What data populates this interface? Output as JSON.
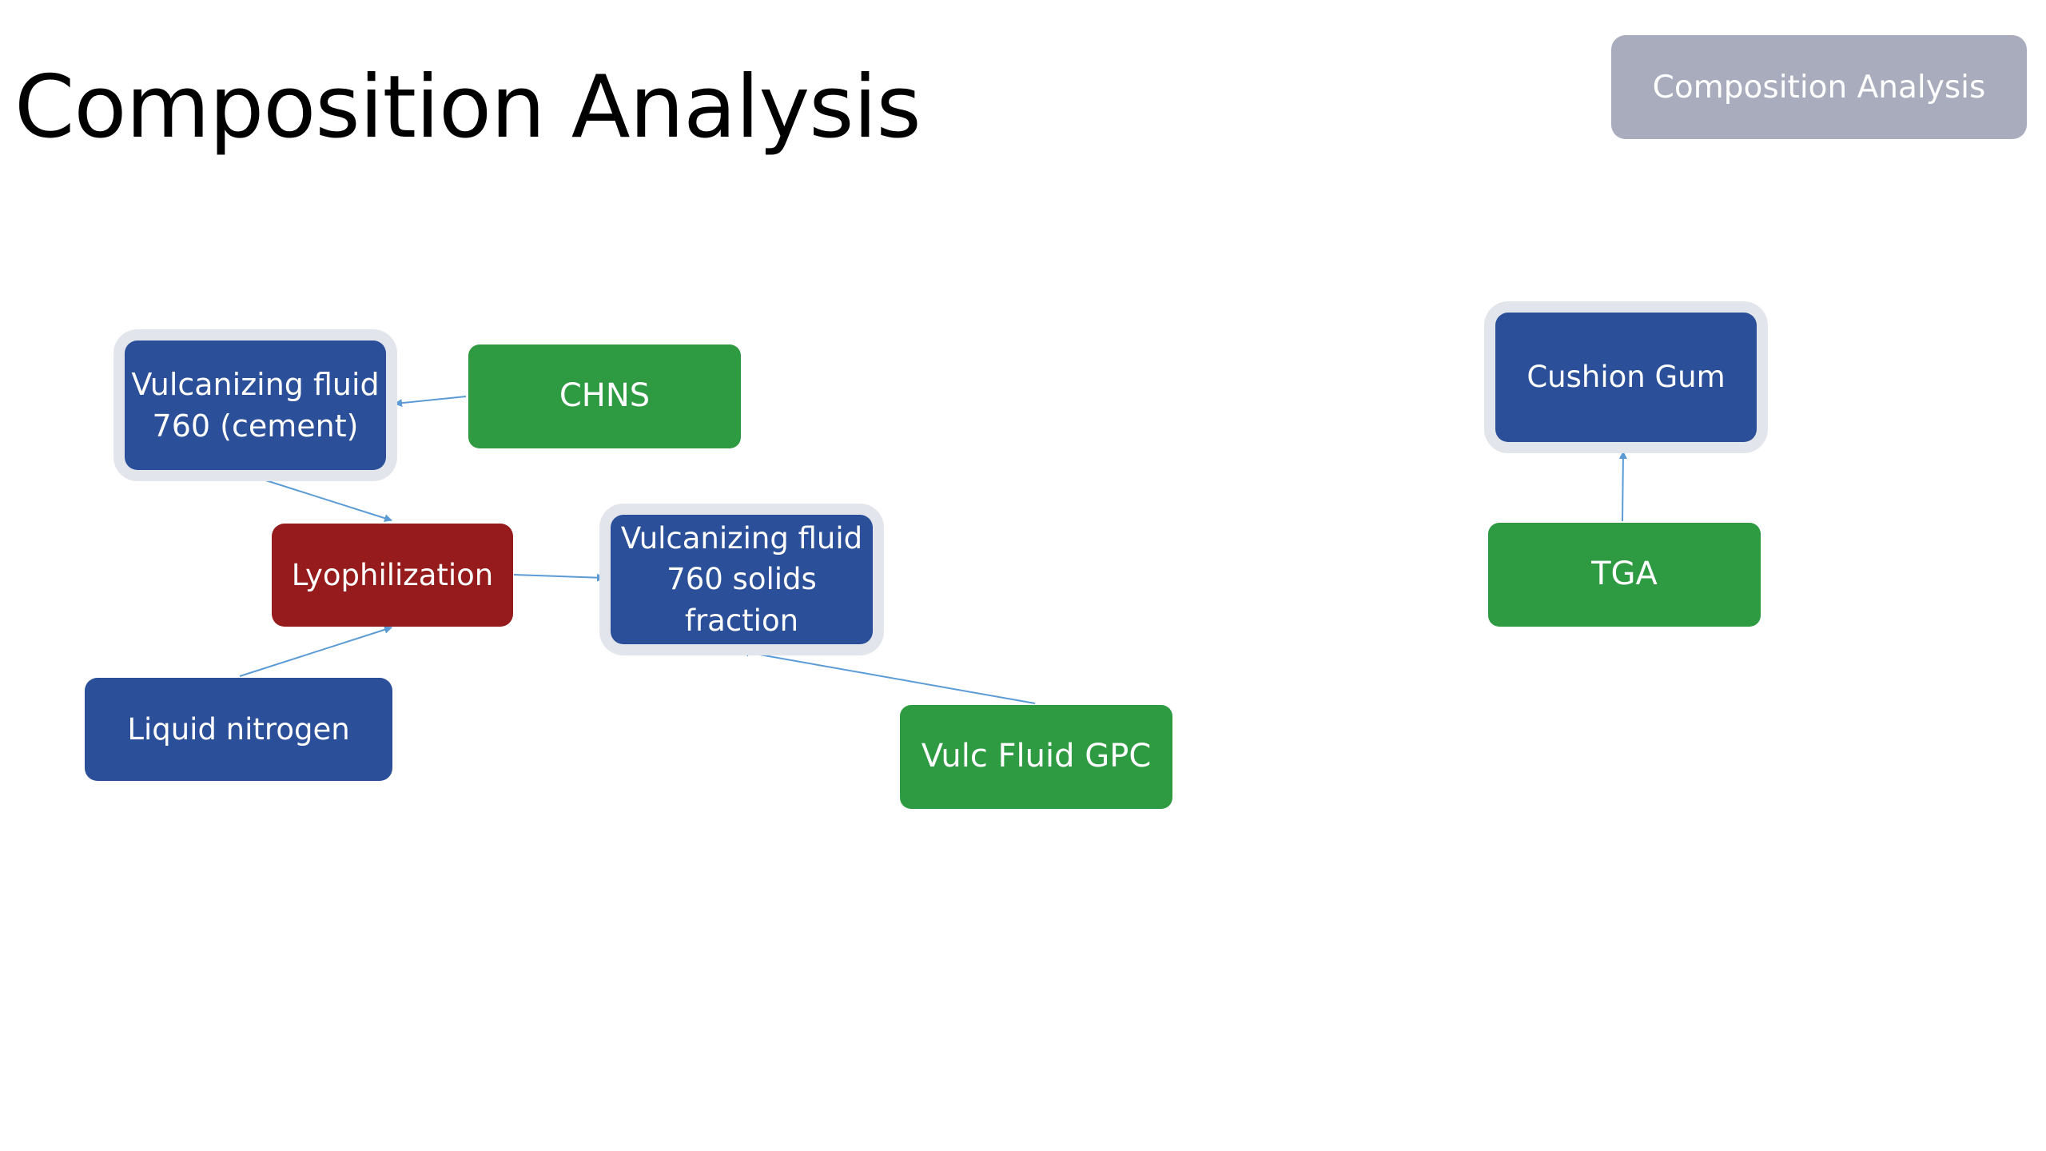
{
  "slide": {
    "title": "Composition Analysis",
    "tag_button": "Composition Analysis"
  },
  "colors": {
    "blue": "#2b5099",
    "green": "#2e9a42",
    "red": "#951b1c",
    "gray_button": "#a9acbd",
    "halo": "#e3e5ec",
    "connector": "#5b9bd5"
  },
  "nodes": {
    "vulc_cement": "Vulcanizing fluid\n760 (cement)",
    "chns": "CHNS",
    "lyophilization": "Lyophilization",
    "vulc_solids": "Vulcanizing fluid\n760 solids\nfraction",
    "liquid_nitrogen": "Liquid nitrogen",
    "vulc_gpc": "Vulc Fluid GPC",
    "cushion_gum": "Cushion Gum",
    "tga": "TGA"
  },
  "edges": [
    {
      "from": "CHNS",
      "to": "Vulcanizing fluid 760 (cement)"
    },
    {
      "from": "Vulcanizing fluid 760 (cement)",
      "to": "Lyophilization"
    },
    {
      "from": "Liquid nitrogen",
      "to": "Lyophilization"
    },
    {
      "from": "Lyophilization",
      "to": "Vulcanizing fluid 760 solids fraction"
    },
    {
      "from": "Vulc Fluid GPC",
      "to": "Vulcanizing fluid 760 solids fraction"
    },
    {
      "from": "TGA",
      "to": "Cushion Gum"
    }
  ]
}
